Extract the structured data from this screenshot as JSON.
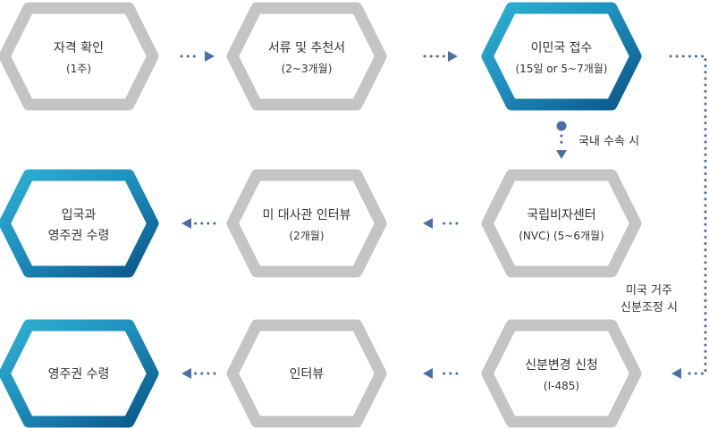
{
  "colors": {
    "gray": "#c4c4c4",
    "blue_light": "#29a6c9",
    "blue_dark": "#0b5d8c",
    "arrow": "#4a6fa5",
    "text": "#333333"
  },
  "steps": [
    {
      "id": "eligibility",
      "title": "자격 확인",
      "sub": "(1주)",
      "style": "gray"
    },
    {
      "id": "documents",
      "title": "서류 및 추천서",
      "sub": "(2~3개월)",
      "style": "gray"
    },
    {
      "id": "immigration",
      "title": "이민국 접수",
      "sub": "(15일 or 5~7개월)",
      "style": "blue"
    },
    {
      "id": "nvc",
      "title": "국립비자센터",
      "sub": "(NVC) (5~6개월)",
      "style": "gray"
    },
    {
      "id": "interview-embassy",
      "title": "미 대사관 인터뷰",
      "sub": "(2개월)",
      "style": "gray"
    },
    {
      "id": "entry",
      "title": "입국과",
      "sub": "영주권 수령",
      "style": "blue"
    },
    {
      "id": "status-adjust",
      "title": "신분변경 신청",
      "sub": "(I-485)",
      "style": "gray"
    },
    {
      "id": "interview",
      "title": "인터뷰",
      "sub": "",
      "style": "gray"
    },
    {
      "id": "greencard",
      "title": "영주권 수령",
      "sub": "",
      "style": "blue"
    }
  ],
  "notes": {
    "domestic": "국내 수속 시",
    "us_line1": "미국 거주",
    "us_line2": "신분조정 시"
  }
}
